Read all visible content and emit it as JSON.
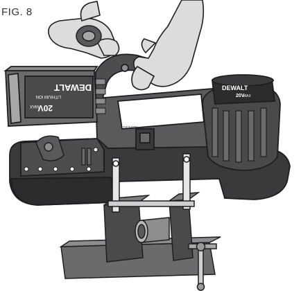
{
  "figure": {
    "label": "FIG. 8"
  },
  "product": {
    "brand_battery": "DEWALT",
    "voltage_battery": "20V",
    "voltage_suffix": "MAX",
    "chemistry": "LITHIUM ION",
    "brand_motor": "DEWALT",
    "voltage_motor": "20V",
    "voltage_motor_suffix": "MAX",
    "model": "DCS374"
  },
  "colors": {
    "body_dark": "#3a3a3c",
    "body_mid": "#6b6b6e",
    "body_light": "#a8a8ab",
    "skin": "#dcdcdc",
    "outline": "#1e1e1e",
    "metal": "#e6e6e6"
  }
}
